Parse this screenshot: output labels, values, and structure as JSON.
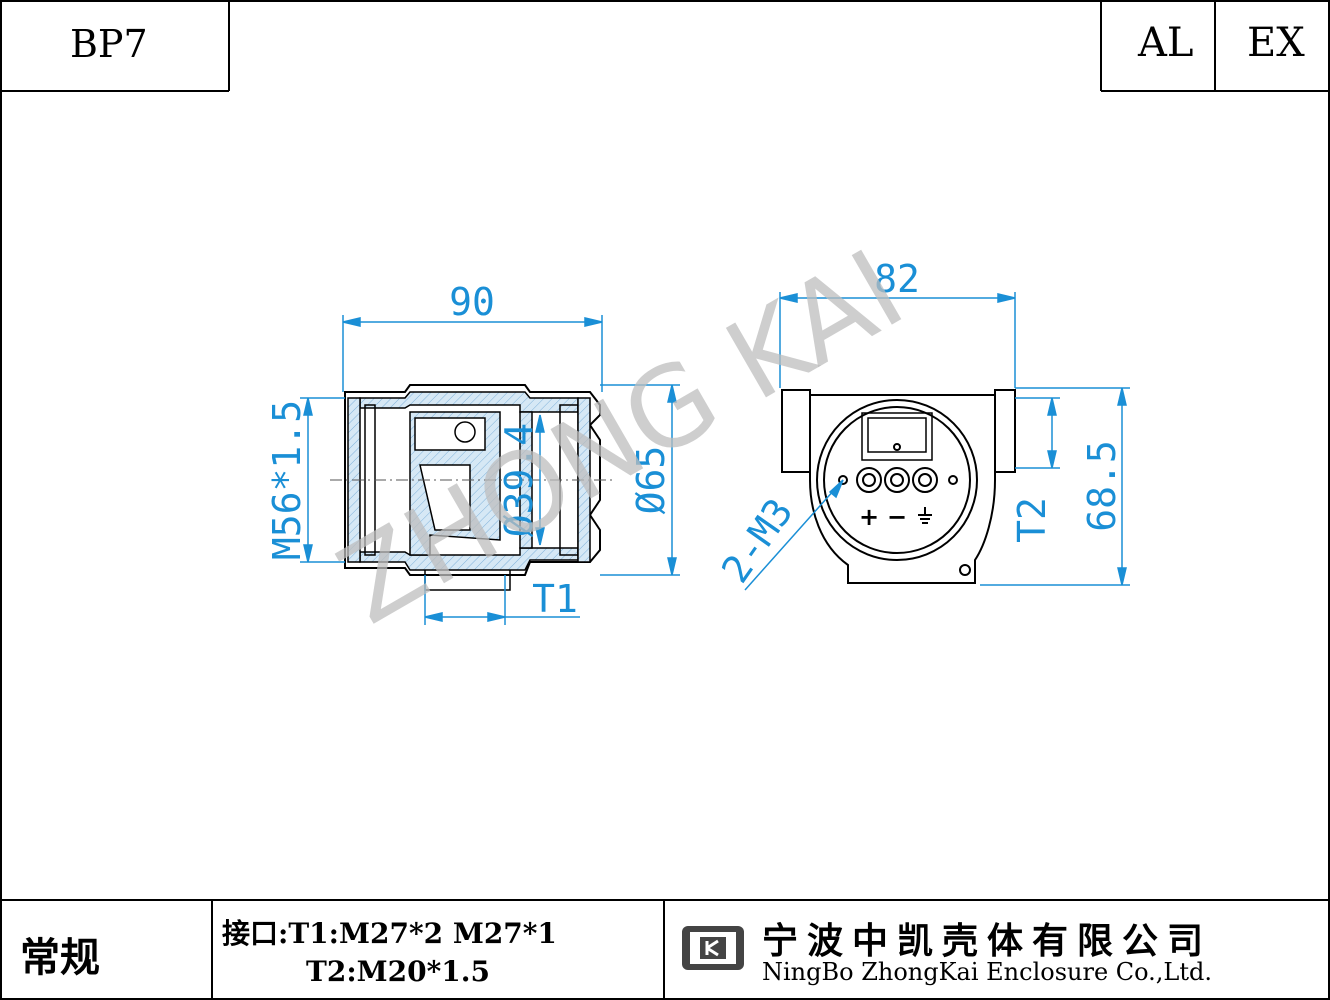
{
  "header": {
    "model": "BP7",
    "material": "AL",
    "certification": "EX"
  },
  "drawing": {
    "watermark": "ZHONG KAI",
    "side_view": {
      "width_dim": "90",
      "thread_dim": "M56*1.5",
      "inner_dia_dim": "Ø39.4",
      "outer_dia_dim": "Ø65",
      "port_dim": "T1"
    },
    "front_view": {
      "width_dim": "82",
      "height_dim": "68.5",
      "port_dim": "T2",
      "screw_dim": "2-M3",
      "terminal_plus": "+",
      "terminal_minus": "−"
    }
  },
  "footer": {
    "category": "常规",
    "interface_line1": "接口:T1:M27*2 M27*1",
    "interface_line2": "T2:M20*1.5",
    "company_cn": "宁波中凯壳体有限公司",
    "company_en": "NingBo ZhongKai Enclosure Co.,Ltd."
  },
  "colors": {
    "dimension": "#1a8fd6",
    "outline": "#000000",
    "hatch_fill": "#bcd8ee",
    "watermark": "#bdbdbd"
  }
}
